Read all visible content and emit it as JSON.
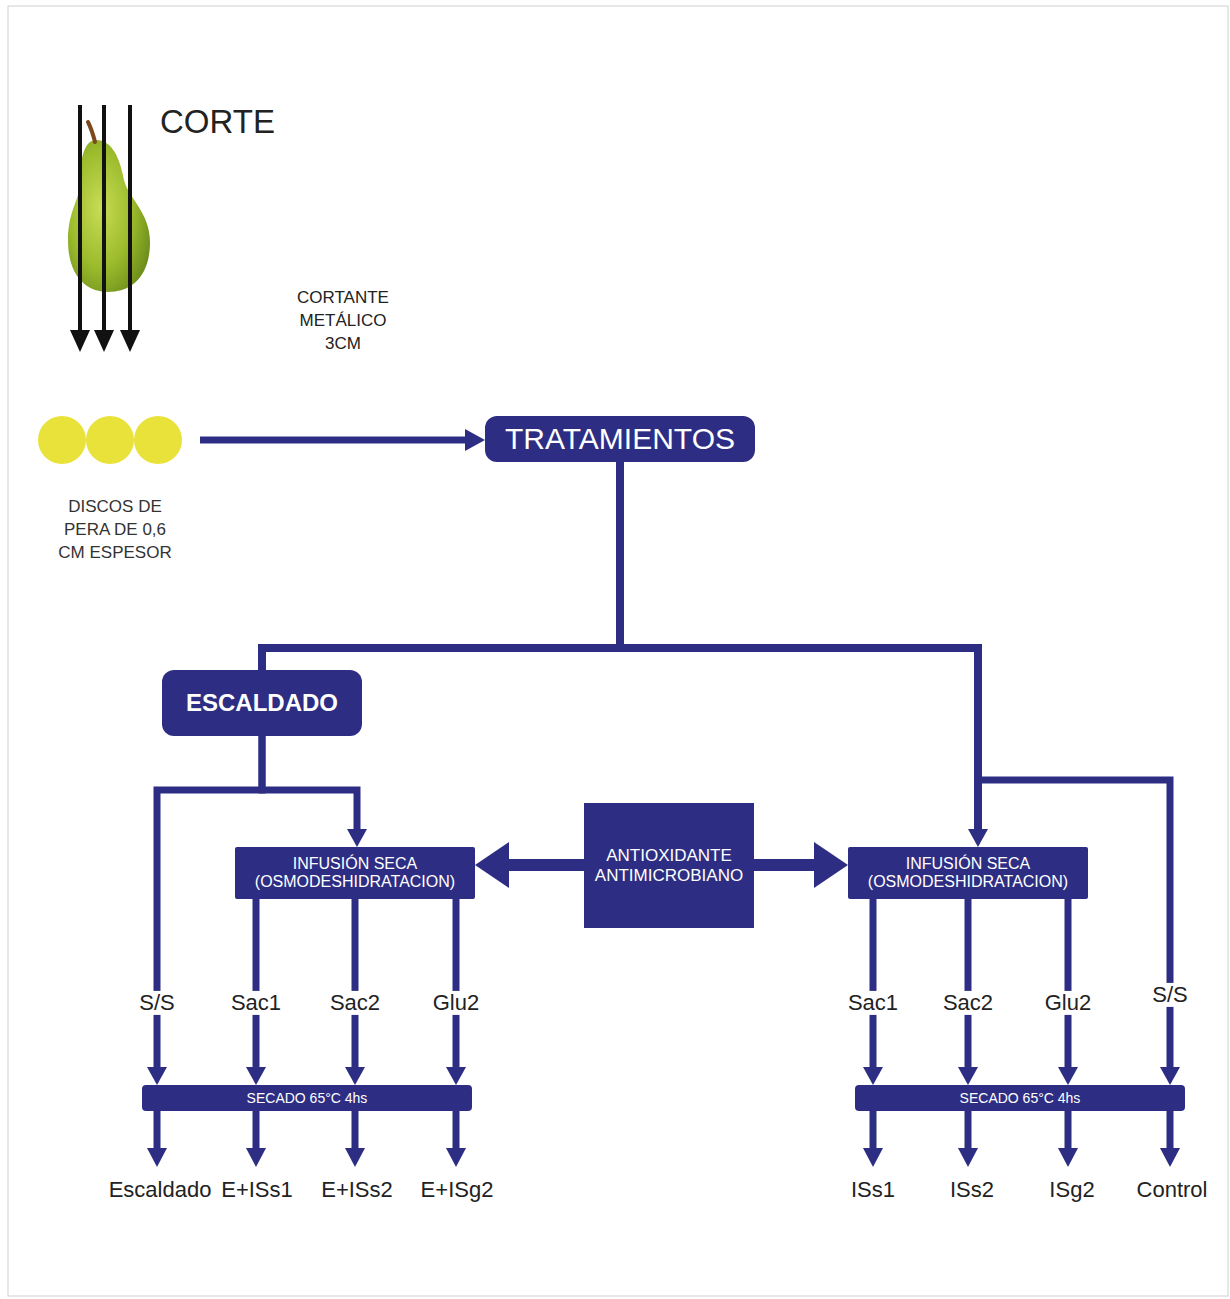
{
  "diagram": {
    "nodes": [
      {
        "text": [
          "DISCOS DE PERA DE 0,6 CM ESPESOR"
        ]
      },
      {
        "text": [
          "TRATAMIENTOS"
        ]
      },
      {
        "text": [
          "ESCALDADO"
        ]
      },
      {
        "text": [
          "INFUSIÓN SECA (OSMODESHIDRATACION)"
        ]
      },
      {
        "text": [
          "ANTIOXIDANTE ANTIMICROBIANO"
        ]
      },
      {
        "text": [
          "INFUSIÓN SECA (OSMODESHIDRATACION)"
        ]
      },
      {
        "text": [
          "SECADO 65°C 4hs"
        ]
      },
      {
        "text": [
          "SECADO 65°C 4hs"
        ]
      }
    ],
    "edges": [
      {
        "from": 0,
        "to": 1,
        "arrow": "to"
      },
      {
        "from": 1,
        "to": 2,
        "arrow": "none"
      },
      {
        "from": 1,
        "to": 5,
        "arrow": "to"
      },
      {
        "from": 1,
        "to": 7,
        "label": "S/S",
        "arrow": "to"
      },
      {
        "from": 2,
        "to": 3,
        "arrow": "to"
      },
      {
        "from": 2,
        "to": 6,
        "label": "S/S",
        "arrow": "to"
      },
      {
        "from": 3,
        "to": 6,
        "label": "Sac1",
        "arrow": "to"
      },
      {
        "from": 3,
        "to": 6,
        "label": "Sac2",
        "arrow": "to"
      },
      {
        "from": 3,
        "to": 6,
        "label": "Glu2",
        "arrow": "to"
      },
      {
        "from": 5,
        "to": 7,
        "label": "Sac1",
        "arrow": "to"
      },
      {
        "from": 5,
        "to": 7,
        "label": "Sac2",
        "arrow": "to"
      },
      {
        "from": 5,
        "to": 7,
        "label": "Glu2",
        "arrow": "to"
      },
      {
        "from": 4,
        "to": 3,
        "arrow": "to"
      },
      {
        "from": 4,
        "to": 5,
        "arrow": "to"
      }
    ],
    "labels": [
      "CORTE",
      "CORTANTE METÁLICO 3CM",
      "Escaldado",
      "E+ISs1",
      "E+ISs2",
      "E+ISg2",
      "ISs1",
      "ISs2",
      "ISg2",
      "Control"
    ]
  }
}
